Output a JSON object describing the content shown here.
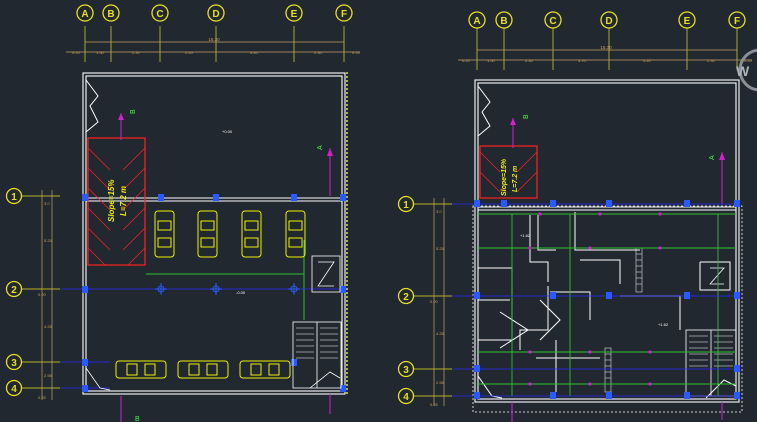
{
  "colors": {
    "background": "#212830",
    "wall": "#ffffff",
    "dimension": "#c8a060",
    "grid_bubble": "#e8e020",
    "grid_line": "#2a2aff",
    "green_line": "#30c030",
    "ramp": "#ff2020",
    "car": "#f0f000",
    "magenta": "#d020d0",
    "cyan": "#40c0ff"
  },
  "grid": {
    "columns": [
      "A",
      "B",
      "C",
      "D",
      "E",
      "F"
    ],
    "rows": [
      "1",
      "2",
      "3",
      "4"
    ]
  },
  "plan_left": {
    "dim_top": [
      "0.20",
      "1.50",
      "2.30",
      "2.45",
      "4.40",
      "2.30",
      "0.25"
    ],
    "dim_total": "15.30",
    "dim_side": [
      "3.0",
      "5.25",
      "0.20",
      "4.25",
      "2.55",
      "0.25"
    ],
    "ramp_text_1": "Slope=15%",
    "ramp_text_2": "L=7.2 m",
    "section_label": "B",
    "section_label_2": "A",
    "level_tag_1": "+0.00",
    "level_tag_2": "-0.00",
    "bottom_label": "B"
  },
  "plan_right": {
    "dim_top": [
      "0.20",
      "1.50",
      "2.30",
      "3.70",
      "4.40",
      "2.30",
      "0.25"
    ],
    "dim_total": "15.30",
    "dim_side": [
      "3.0",
      "5.25",
      "0.20",
      "4.25",
      "2.55",
      "0.25"
    ],
    "ramp_text_1": "Slope=15%",
    "ramp_text_2": "L=7.2 m",
    "section_label": "B",
    "section_label_2": "A",
    "level_tag_1": "+1.62",
    "level_tag_2": "+1.62"
  },
  "watermark": "W"
}
